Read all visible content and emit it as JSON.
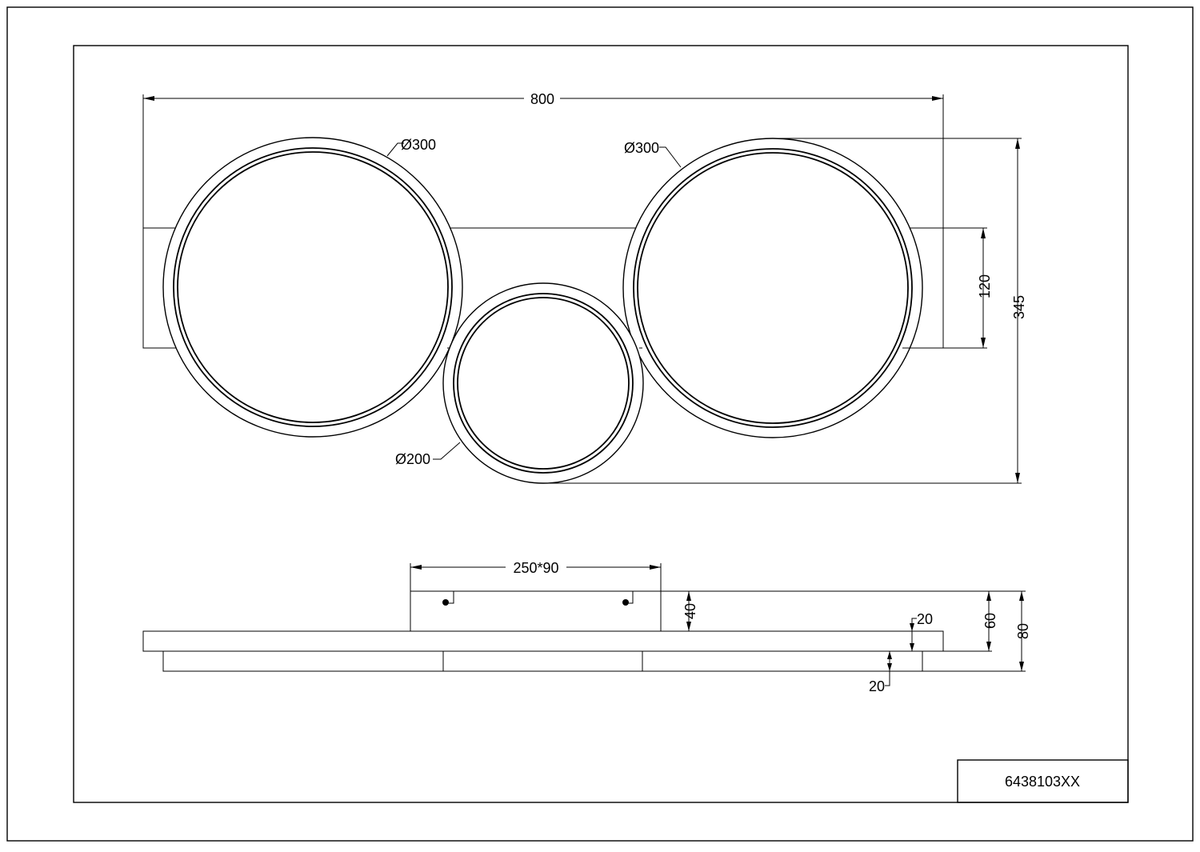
{
  "drawing": {
    "part_number": "6438103XX",
    "top_view": {
      "overall_width": "800",
      "left_ring_diameter": "Ø300",
      "right_ring_diameter": "Ø300",
      "small_ring_diameter": "Ø200",
      "bar_height": "120",
      "overall_height": "345"
    },
    "side_view": {
      "canopy_size": "250*90",
      "canopy_height": "40",
      "plate_thickness": "20",
      "rings_thickness": "20",
      "height_to_plate": "60",
      "total_height": "80"
    }
  }
}
